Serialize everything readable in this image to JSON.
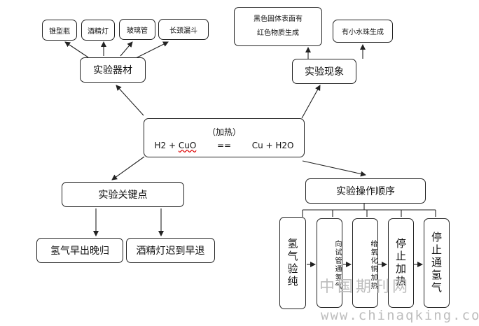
{
  "equipment": {
    "title": "实验器材",
    "items": [
      "锥型瓶",
      "酒精灯",
      "玻璃管",
      "长颈漏斗"
    ]
  },
  "phenomena": {
    "title": "实验现象",
    "items": [
      "黑色固体表面有\n红色物质生成",
      "有小水珠生成"
    ]
  },
  "reaction": {
    "condition": "（加热）",
    "lhs_h2": "H2 + ",
    "lhs_cuo": "CuO",
    "arrow": "==",
    "rhs": "Cu + H2O"
  },
  "key_points": {
    "title": "实验关键点",
    "items": [
      "氢气早出晚归",
      "酒精灯迟到早退"
    ]
  },
  "procedure": {
    "title": "实验操作顺序",
    "steps": [
      "氢气验纯",
      "向试管通氢气",
      "给氧化铜加热",
      "停止加热",
      "停止通氢气"
    ]
  },
  "watermark": {
    "cn": "中国期刊网",
    "url": "www.chinaqking.com"
  }
}
